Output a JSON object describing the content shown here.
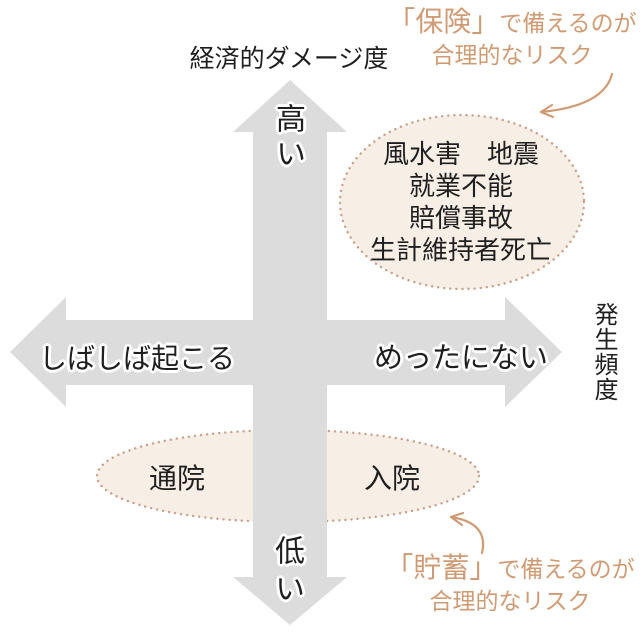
{
  "axes": {
    "vertical": {
      "title": "経済的ダメージ度",
      "top": "高い",
      "bottom": "低い"
    },
    "horizontal": {
      "title": "発生頻度",
      "left": "しばしば起こる",
      "right": "めったにない"
    }
  },
  "insurance_group": {
    "lines": [
      "風水害　地震",
      "就業不能",
      "賠償事故",
      "生計維持者死亡"
    ]
  },
  "savings_group": {
    "left": "通院",
    "right": "入院"
  },
  "notes": {
    "insurance": {
      "emphasis": "「保険」",
      "rest": "で備えるのが",
      "line2": "合理的なリスク"
    },
    "savings": {
      "emphasis": "「貯蓄」",
      "rest": "で備えるのが",
      "line2": "合理的なリスク"
    }
  },
  "colors": {
    "accent_tan": "#cf9b74",
    "axis_arrow_gray": "#dcdcdc",
    "ellipse_fill": "#f7eee5",
    "ellipse_dot_border": "#c9a18a",
    "text_black": "#1f1f1f"
  }
}
